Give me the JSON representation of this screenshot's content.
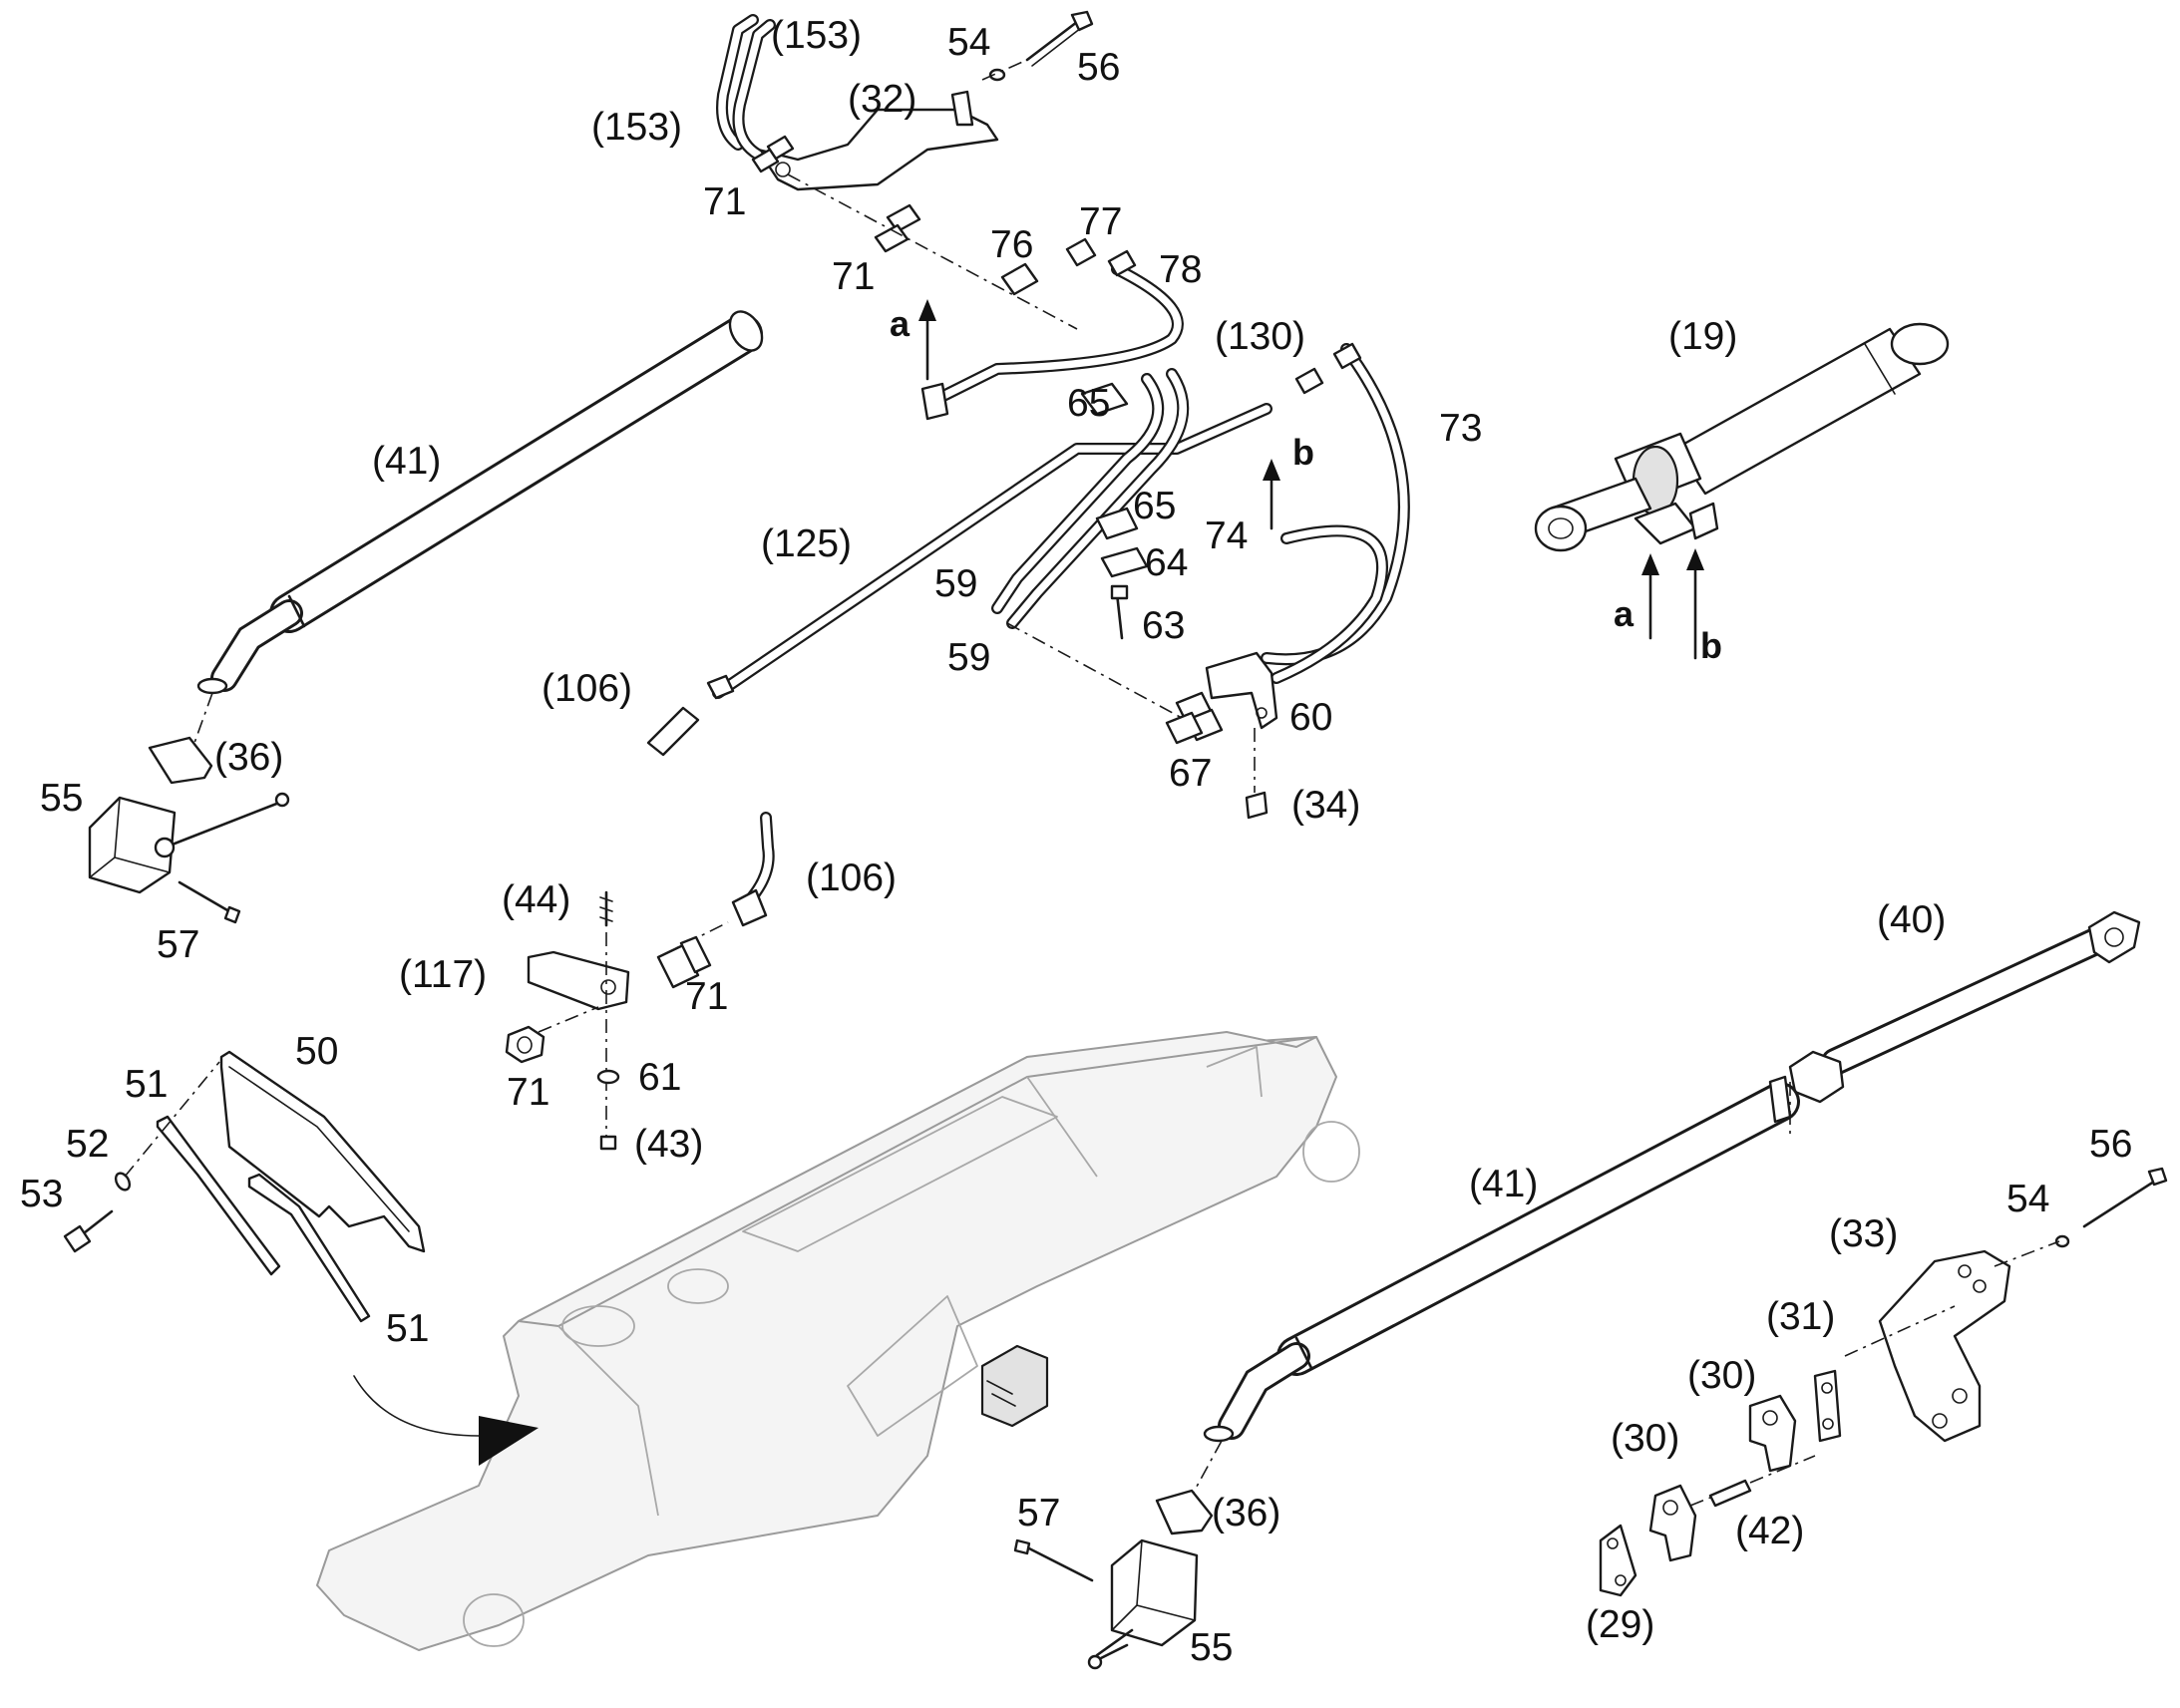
{
  "labels": {
    "p153a": "(153)",
    "p153b": "(153)",
    "p32": "(32)",
    "p54a": "54",
    "p56a": "56",
    "p71a": "71",
    "p71b": "71",
    "p76": "76",
    "p77": "77",
    "p78": "78",
    "pa1": "a",
    "p130": "(130)",
    "p73": "73",
    "p19": "(19)",
    "p41a": "(41)",
    "p65a": "65",
    "p65b": "65",
    "pb1": "b",
    "p74": "74",
    "p64": "64",
    "p125": "(125)",
    "p59a": "59",
    "p63": "63",
    "pa2": "a",
    "pb2": "b",
    "p59b": "59",
    "p106a": "(106)",
    "p60": "60",
    "p36a": "(36)",
    "p67": "67",
    "p55a": "55",
    "p34": "(34)",
    "p106b": "(106)",
    "p44": "(44)",
    "p57a": "57",
    "p40": "(40)",
    "p117": "(117)",
    "p71c": "71",
    "p71d": "71",
    "p61": "61",
    "p50": "50",
    "p51a": "51",
    "p43": "(43)",
    "p52": "52",
    "p56b": "56",
    "p53": "53",
    "p41b": "(41)",
    "p54b": "54",
    "p33": "(33)",
    "p31": "(31)",
    "p51b": "51",
    "p30a": "(30)",
    "p30b": "(30)",
    "p57b": "57",
    "p36b": "(36)",
    "p42": "(42)",
    "p55b": "55",
    "p29": "(29)"
  }
}
